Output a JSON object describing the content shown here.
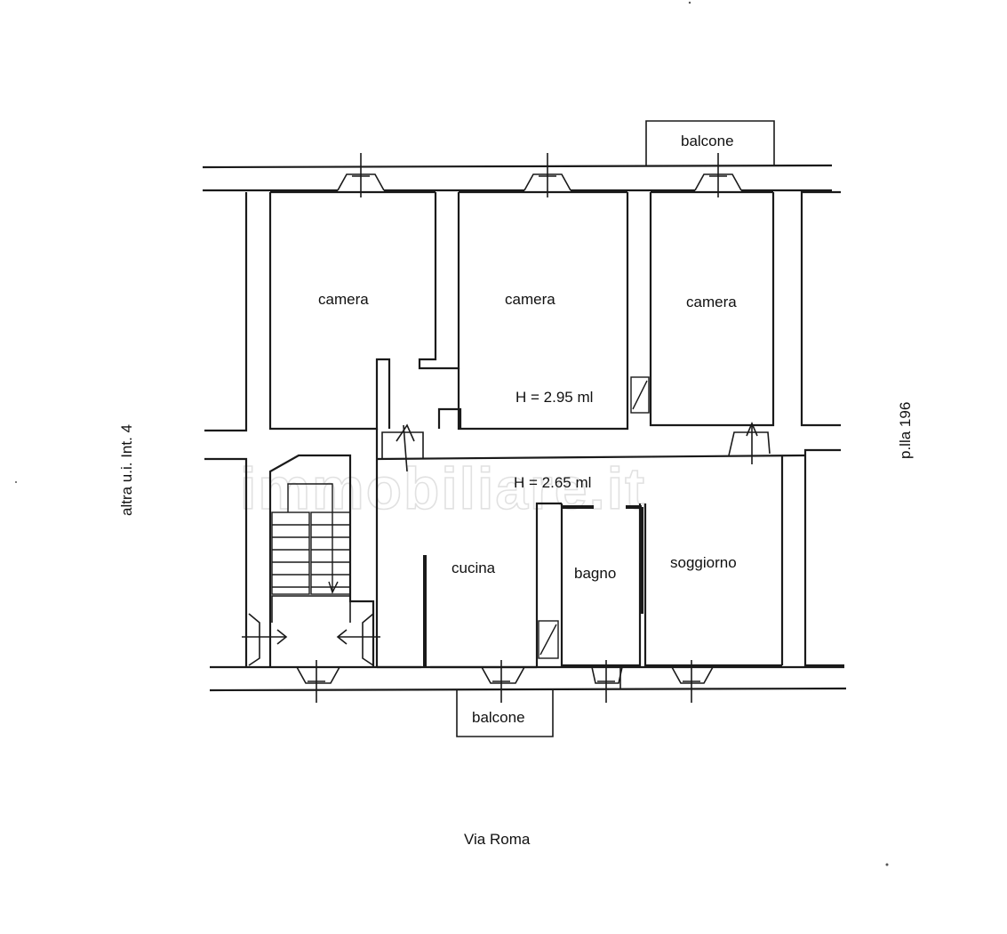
{
  "labels": {
    "balcone_top": "balcone",
    "balcone_bottom": "balcone",
    "camera_left": "camera",
    "camera_middle": "camera",
    "camera_right": "camera",
    "height_upper": "H = 2.95 ml",
    "height_lower": "H = 2.65 ml",
    "cucina": "cucina",
    "bagno": "bagno",
    "soggiorno": "soggiorno",
    "street": "Via Roma",
    "left_side": "altra u.i. Int. 4",
    "right_side": "p.lla 196"
  },
  "watermark": "immobiliare.it"
}
